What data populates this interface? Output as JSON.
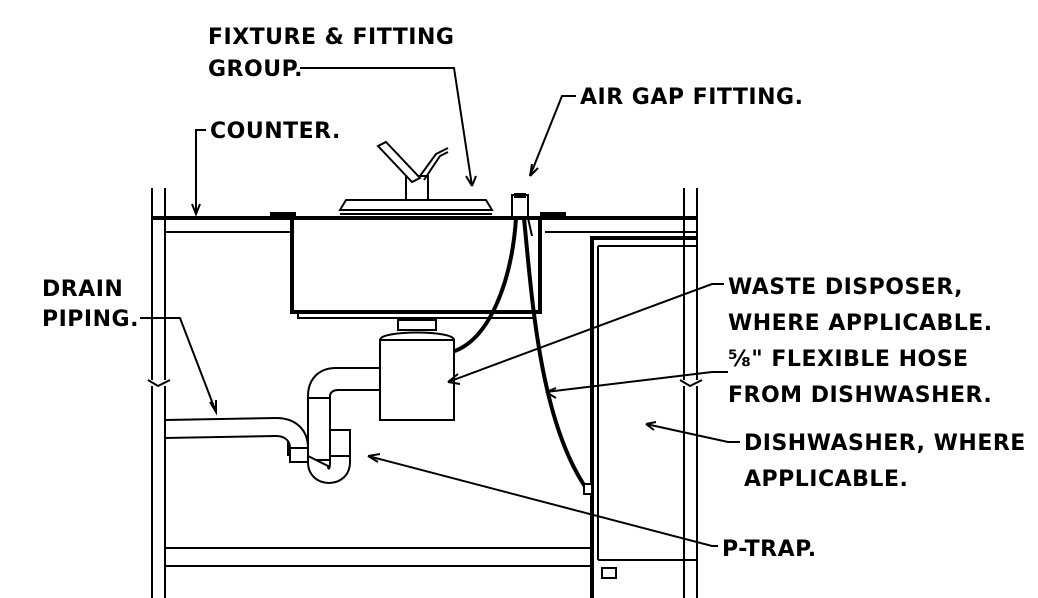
{
  "labels": {
    "fixture_line1": "FIXTURE & FITTING",
    "fixture_line2": "GROUP.",
    "air_gap": "AIR GAP FITTING.",
    "counter": "COUNTER.",
    "drain_line1": "DRAIN",
    "drain_line2": "PIPING.",
    "waste_line1": "WASTE DISPOSER,",
    "waste_line2": "WHERE APPLICABLE.",
    "hose_line1": "⅝\" FLEXIBLE HOSE",
    "hose_line2": "FROM DISHWASHER.",
    "dishwasher_line1": "DISHWASHER, WHERE",
    "dishwasher_line2": "APPLICABLE.",
    "ptrap": "P-TRAP."
  }
}
